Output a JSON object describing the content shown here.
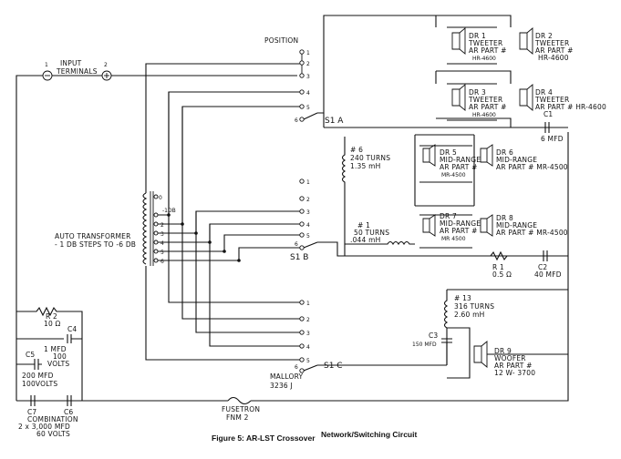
{
  "position_label": "POSITION",
  "input_terminals": {
    "label1": "INPUT",
    "label2": "TERMINALS",
    "t1": "1",
    "t2": "2"
  },
  "tweeters": [
    {
      "designator": "DR 1",
      "type": "TWEETER",
      "line": "AR PART #",
      "part": "HR-4600"
    },
    {
      "designator": "DR 2",
      "type": "TWEETER",
      "line": "AR PART #",
      "part": "HR-4600"
    },
    {
      "designator": "DR 3",
      "type": "TWEETER",
      "line": "AR PART #",
      "part": "HR-4600"
    },
    {
      "designator": "DR 4",
      "type": "TWEETER",
      "line": "AR PART # HR-4600",
      "part": ""
    }
  ],
  "midranges": [
    {
      "designator": "DR 5",
      "type": "MID-RANGE",
      "line": "AR PART #",
      "part": "MR-4500"
    },
    {
      "designator": "DR 6",
      "type": "MID-RANGE",
      "line": "AR PART # MR-4500",
      "part": ""
    },
    {
      "designator": "DR 7",
      "type": "MID-RANGE",
      "line": "AR PART #",
      "part": "MR 4500"
    },
    {
      "designator": "DR 8",
      "type": "MID-RANGE",
      "line": "AR PART # MR-4500",
      "part": ""
    }
  ],
  "woofer": {
    "designator": "DR 9",
    "type": "WOOFER",
    "line": "AR PART #",
    "part": "12 W- 3700"
  },
  "switches": {
    "s1a": "S1 A",
    "s1b": "S1 B",
    "s1c": "S1 C",
    "mallory1": "MALLORY",
    "mallory2": "3236 J"
  },
  "inductors": {
    "l6": {
      "name": "# 6",
      "turns": "240 TURNS",
      "value": "1.35 mH"
    },
    "l1": {
      "name": "# 1",
      "turns": "50 TURNS",
      "value": ".044 mH"
    },
    "l13": {
      "name": "# 13",
      "turns": "316 TURNS",
      "value": "2.60 mH"
    }
  },
  "capacitors": {
    "c1": {
      "name": "C1",
      "value": "6 MFD"
    },
    "c2": {
      "name": "C2",
      "value": "40 MFD"
    },
    "c3": {
      "name": "C3",
      "value": "150 MFD"
    },
    "c4": {
      "name": "C4"
    },
    "c5": {
      "name": "C5"
    },
    "c4_value1": "1 MFD",
    "c4_value2": "100",
    "c4_value3": "VOLTS",
    "c5_value1": "200 MFD",
    "c5_value2": "100VOLTS",
    "c7": "C7",
    "c6": "C6",
    "combo1": "COMBINATION",
    "combo2": "2 x 3,000 MFD",
    "combo3": "60 VOLTS"
  },
  "resistors": {
    "r1": {
      "name": "R 1",
      "value": "0.5 Ω"
    },
    "r2": {
      "name": "R 2",
      "value": "10 Ω"
    }
  },
  "auto_transformer": {
    "label1": "AUTO TRANSFORMER",
    "label2": "- 1 DB STEPS TO -6 DB",
    "tap": "-1DB"
  },
  "fuse": {
    "label1": "FUSETRON",
    "label2": "FNM 2"
  },
  "caption": {
    "bold": "Figure 5: AR-LST Crossover",
    "rest": "Network/Switching Circuit"
  }
}
